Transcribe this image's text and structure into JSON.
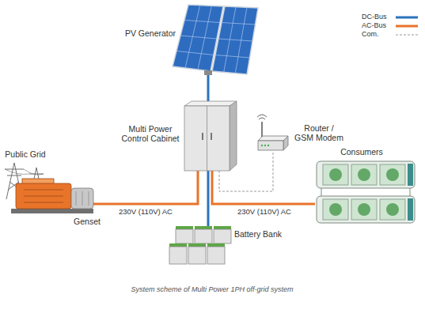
{
  "diagram": {
    "caption": "System scheme of Multi Power 1PH off-grid system",
    "nodes": [
      {
        "text": [
          "PV Generator"
        ]
      },
      {
        "text": [
          "Multi Power Control Cabinet"
        ]
      },
      {
        "text": [
          "Router / GSM Modem"
        ]
      },
      {
        "text": [
          "Consumers"
        ]
      },
      {
        "text": [
          "Public Grid"
        ]
      },
      {
        "text": [
          "Genset"
        ]
      },
      {
        "text": [
          "Battery Bank"
        ]
      }
    ],
    "edges": [
      {
        "from": 0,
        "to": 1,
        "arrow": "none"
      },
      {
        "from": 5,
        "to": 1,
        "arrow": "none",
        "label": "230V (110V) AC"
      },
      {
        "from": 1,
        "to": 3,
        "arrow": "none",
        "label": "230V (110V) AC"
      },
      {
        "from": 1,
        "to": 6,
        "arrow": "none"
      },
      {
        "from": 1,
        "to": 2,
        "arrow": "none"
      }
    ],
    "legend": [
      {
        "text": "DC-Bus"
      },
      {
        "text": "AC-Bus"
      },
      {
        "text": "Com."
      }
    ]
  }
}
